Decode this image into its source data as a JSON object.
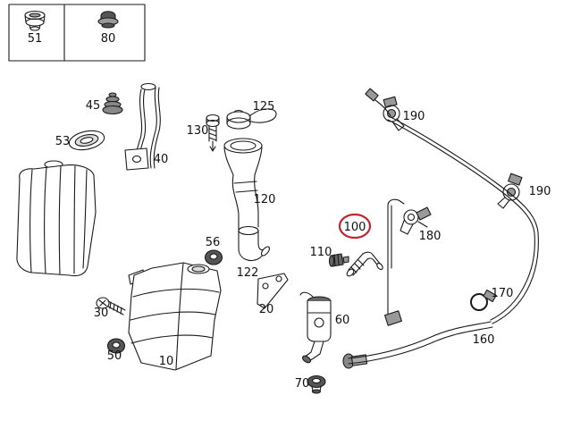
{
  "diagram": {
    "kind": "exploded-parts-diagram",
    "highlighted_part": "100",
    "highlight_color": "#c0272d",
    "line_color": "#1a1a1a",
    "background": "#ffffff",
    "labels": {
      "p51": "51",
      "p80": "80",
      "p45": "45",
      "p53": "53",
      "p40": "40",
      "p130": "130",
      "p125": "125",
      "p120": "120",
      "p56": "56",
      "p122": "122",
      "p110": "110",
      "p100": "100",
      "p180": "180",
      "p190a": "190",
      "p190b": "190",
      "p30": "30",
      "p10": "10",
      "p50": "50",
      "p20": "20",
      "p60": "60",
      "p70": "70",
      "p170": "170",
      "p160": "160"
    }
  }
}
